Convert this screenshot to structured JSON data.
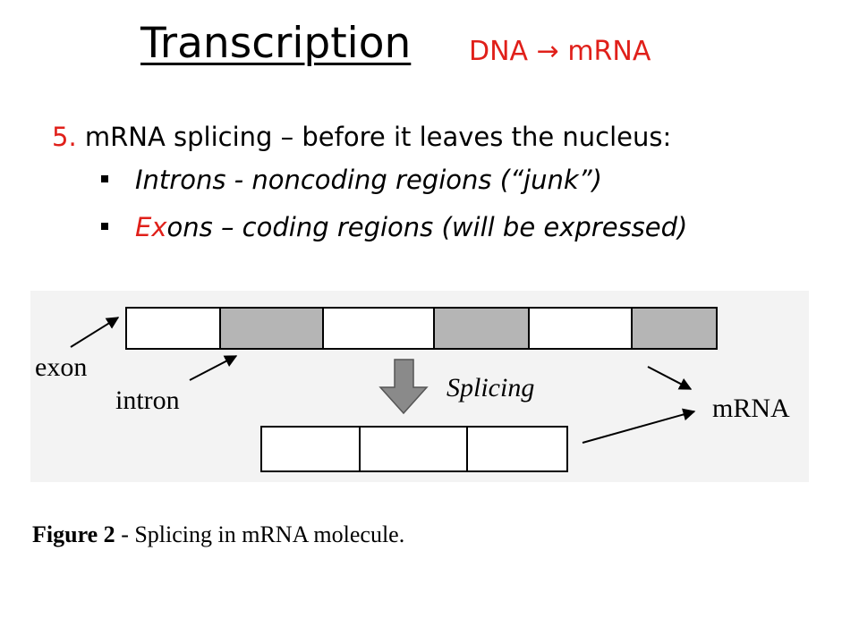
{
  "slide": {
    "title": "Transcription",
    "subtitle": {
      "left": "DNA",
      "arrow_glyph": "→",
      "right": "mRNA"
    },
    "point": {
      "number": "5.",
      "text": " mRNA splicing – before it leaves the nucleus:"
    },
    "bullets": [
      {
        "red_part": "",
        "text": "Introns  - noncoding regions (“junk”)"
      },
      {
        "red_part": "Ex",
        "text": "ons – coding regions (will be expressed)"
      }
    ]
  },
  "figure": {
    "labels": {
      "exon": "exon",
      "intron": "intron",
      "splicing": "Splicing",
      "mrna": "mRNA"
    },
    "pre_mrna_segments": [
      "exon",
      "intron",
      "exon",
      "intron",
      "exon",
      "intron"
    ],
    "mature_mrna_segments": [
      "exon",
      "exon",
      "exon"
    ],
    "caption_bold": "Figure 2",
    "caption_text": " - Splicing in mRNA molecule."
  },
  "colors": {
    "accent_red": "#e0201a",
    "intron_fill": "#b5b5b5",
    "exon_fill": "#ffffff",
    "arrow_fill": "#8a8a8a"
  }
}
